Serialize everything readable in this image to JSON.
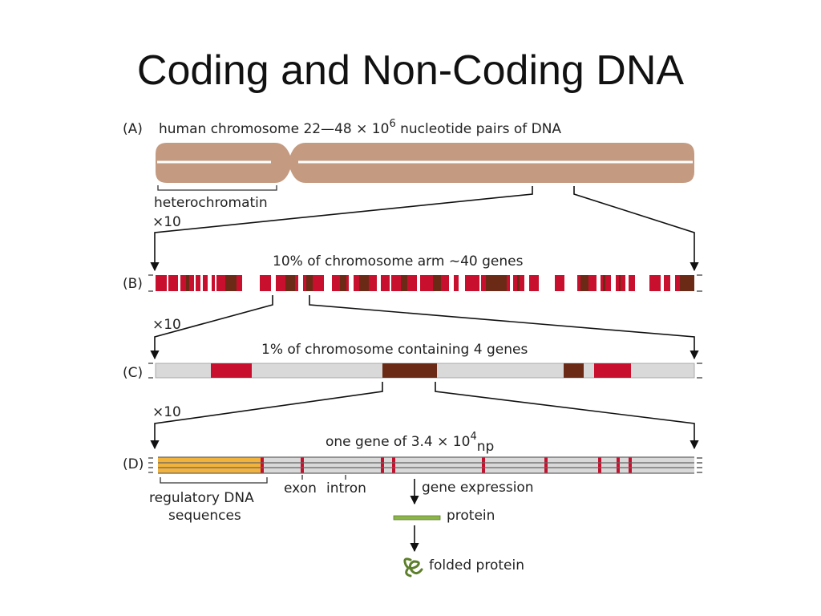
{
  "title": "Coding and Non-Coding DNA",
  "colors": {
    "chromosome": "#c49a80",
    "background_dna": "#d9d9d9",
    "gene_red": "#c8102e",
    "gene_brown": "#6b2a16",
    "regulatory": "#f2b33d",
    "protein": "#8bb44a"
  },
  "panels": {
    "a": {
      "letter": "(A)",
      "caption_prefix": "human chromosome 22—48 × 10",
      "caption_exponent": "6",
      "caption_suffix": " nucleotide pairs of DNA",
      "heterochromatin_label": "heterochromatin",
      "zoom_label": "×10"
    },
    "b": {
      "letter": "(B)",
      "caption": "10% of chromosome arm ~40 genes",
      "zoom_label": "×10"
    },
    "c": {
      "letter": "(C)",
      "caption": "1% of chromosome containing 4 genes",
      "zoom_label": "×10"
    },
    "d": {
      "letter": "(D)",
      "caption_prefix": "one gene of 3.4 × 10",
      "caption_exponent": "4",
      "caption_suffix": "np",
      "regulatory_label_line1": "regulatory DNA",
      "regulatory_label_line2": "sequences",
      "exon_label": "exon",
      "intron_label": "intron",
      "gene_expression_label": "gene expression",
      "protein_label": "protein",
      "folded_protein_label": "folded protein"
    }
  }
}
